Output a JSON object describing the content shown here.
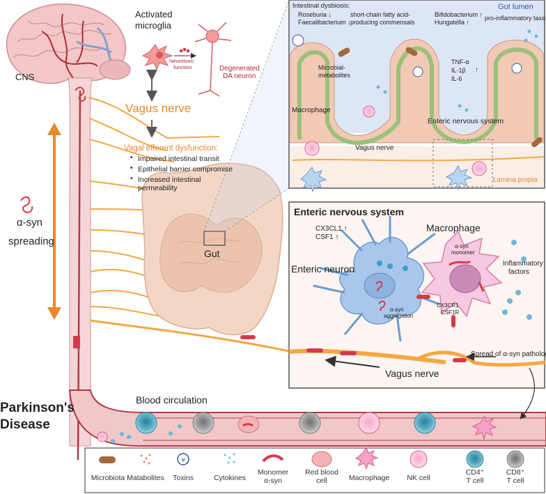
{
  "cns_label": "CNS",
  "microglia": {
    "line1": "Activated",
    "line2": "microglia"
  },
  "neurotoxic": {
    "line1": "Neurotoxic",
    "line2": "function"
  },
  "da_neuron": {
    "line1": "Degenerated",
    "line2": "DA neuron"
  },
  "vagus_nerve_title": "Vagus nerve",
  "vagal_dysfunction": {
    "title": "Vagal efferent dysfunction:",
    "items": [
      "Impaired intestinal transit",
      "Epithelial barrier compromise",
      "Increased intestinal",
      "permeability"
    ]
  },
  "asyn_spreading": {
    "line1": "α-syn",
    "line2": "spreading"
  },
  "gut_label": "Gut",
  "disease": {
    "line1": "Parkinson's",
    "line2": "Disease"
  },
  "blood_circulation": "Blood circulation",
  "top_panel": {
    "dysbiosis": "Intestinal dysbiosis:",
    "roseburia": "Roseburia ↓",
    "faecali": "Faecalibacterium ↓",
    "scfa1": "short-chain fatty acid-",
    "scfa2": "producing commensals",
    "bifido": "Bifidobacterium ↑",
    "hungatella": "Hungatella ↑",
    "proinflam": "pro-inflammatory taxa",
    "gut_lumen": "Gut lumen",
    "microbial1": "Microbial-",
    "microbial2": "metabolites",
    "tnf": "TNF-α",
    "il1b": "IL-1β",
    "il6": "IL-6",
    "cyto_arrow": "↑",
    "macrophage": "Macrophage",
    "ens": "Enteric nervous system",
    "vagus": "Vagus nerve",
    "lamina": "Lamina propia"
  },
  "ens_panel": {
    "title": "Enteric nervous system",
    "cx3cl1": "CX3CL1 ↑",
    "csf1": "CSF1 ↑",
    "macrophage": "Macrophage",
    "monomer1": "α-syn",
    "monomer2": "monomer",
    "enteric_neuron": "Enteric neuron",
    "inflam1": "Inflammatory",
    "inflam2": "factors",
    "agg1": "α-syn",
    "agg2": "aggregation",
    "cx3cr1": "CX3CR1",
    "csf1r": "CSF1R",
    "spread": "Spread of α-syn pathology",
    "vagus": "Vagus nerve"
  },
  "legend": [
    {
      "icon": "microbiota-icon",
      "label": "Microbiota"
    },
    {
      "icon": "metabolites-icon",
      "label": "Matabolites"
    },
    {
      "icon": "toxins-icon",
      "label": "Toxins"
    },
    {
      "icon": "cytokines-icon",
      "label": "Cytokines"
    },
    {
      "icon": "monomer-asyn-icon",
      "label": "Monomer\nα-syn"
    },
    {
      "icon": "red-blood-cell-icon",
      "label": "Red blood\ncell"
    },
    {
      "icon": "macrophage-icon",
      "label": "Macrophage"
    },
    {
      "icon": "nk-cell-icon",
      "label": "NK cell"
    },
    {
      "icon": "cd4-t-cell-icon",
      "label": "CD4⁺\nT cell"
    },
    {
      "icon": "cd8-t-cell-icon",
      "label": "CD8⁺\nT cell"
    }
  ],
  "colors": {
    "nerve": "#f4a742",
    "vagus_title": "#e8882a",
    "vessel": "#b03a45",
    "panel_border": "#555555",
    "lumen": "#dde6f6",
    "lamina": "#fbeee6",
    "neuron": "#a9c7ea",
    "macrophage": "#f6c9e0",
    "asyn": "#d63a4a"
  }
}
